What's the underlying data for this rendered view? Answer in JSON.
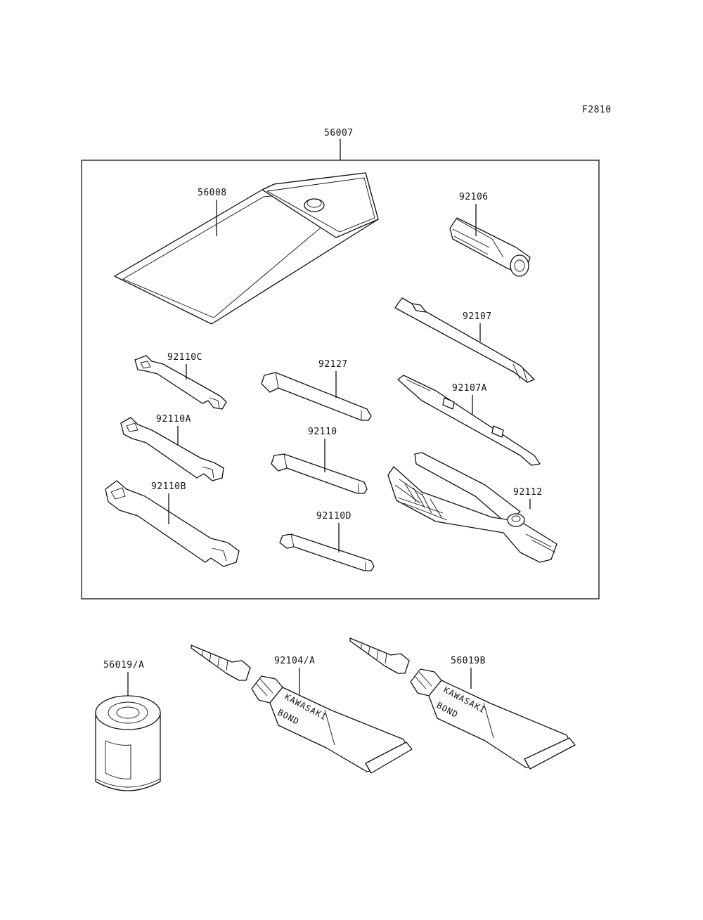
{
  "diagram": {
    "figure_code": "F2810",
    "kit_label": "56007",
    "parts": {
      "case": "56008",
      "socket": "92106",
      "driver": "92107",
      "driver_b": "92107A",
      "pliers": "92112",
      "wrench_c": "92110C",
      "wrench_a": "92110A",
      "wrench_b": "92110B",
      "hex_large": "92127",
      "hex_mid": "92110",
      "hex_small": "92110D",
      "can": "56019/A",
      "tube_1": "92104/A",
      "tube_2": "56019B"
    },
    "tube_brand_1": "KAWASAKI",
    "tube_brand_2": "BOND"
  }
}
